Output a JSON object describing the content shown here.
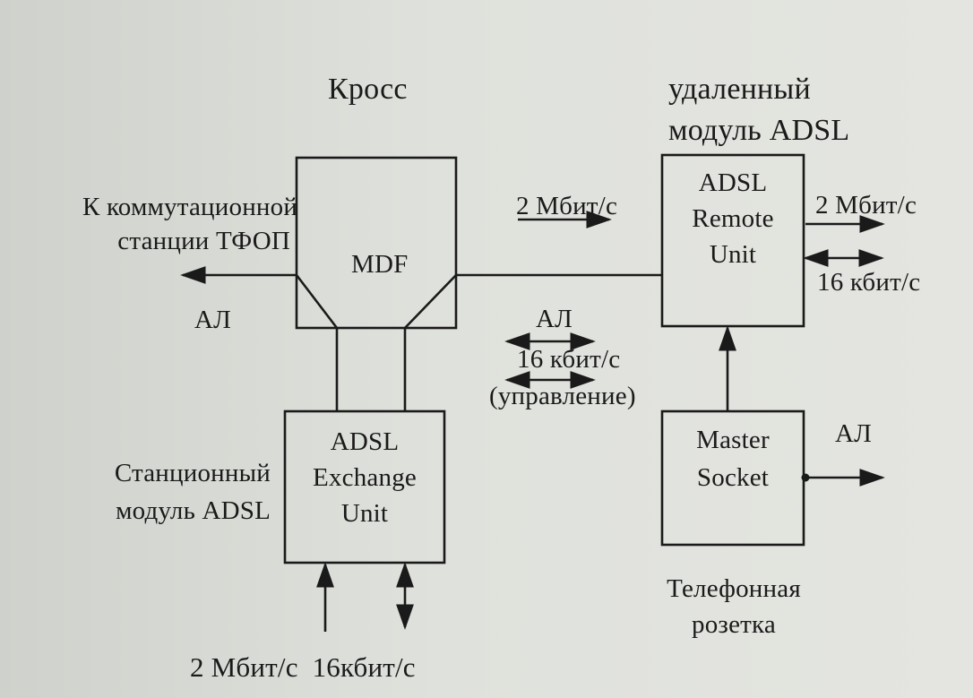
{
  "labels": {
    "kross": "Кросс",
    "remote_module": [
      "удаленный",
      "модуль ADSL"
    ],
    "to_station": [
      "К коммутационной",
      "станции ТФОП"
    ],
    "al_left": "АЛ",
    "mdf": "MDF",
    "rate_2m_middle": "2 Мбит/с",
    "al_middle": "АЛ",
    "rate_16k_middle": "16 кбит/с",
    "control": "(управление)",
    "remote_unit": [
      "ADSL",
      "Remote",
      "Unit"
    ],
    "rate_2m_right": "2 Мбит/с",
    "rate_16k_right": "16 кбит/с",
    "exchange_unit": [
      "ADSL",
      "Exchange",
      "Unit"
    ],
    "station_module": [
      "Станционный",
      "модуль ADSL"
    ],
    "master_socket": [
      "Master",
      "Socket"
    ],
    "al_right": "АЛ",
    "phone_socket": [
      "Телефонная",
      "розетка"
    ],
    "bottom_rates": "2 Мбит/с  16кбит/с"
  },
  "colors": {
    "ink": "#1a1a1a",
    "background": "#dcded9"
  }
}
